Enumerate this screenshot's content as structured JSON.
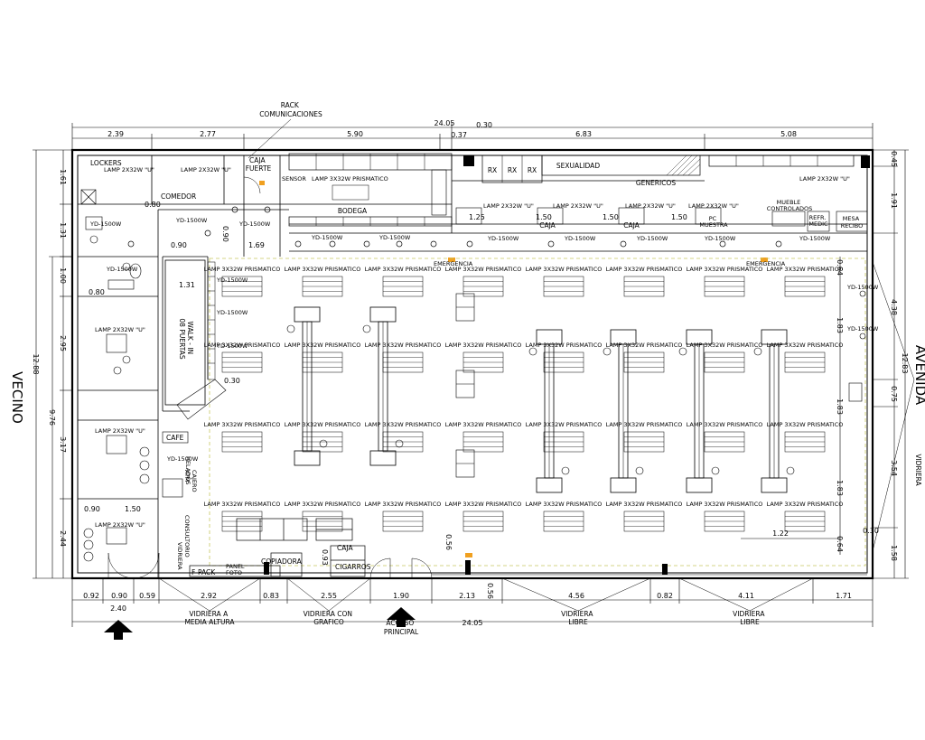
{
  "streets": {
    "left": "VECINO",
    "right": "AVENIDA"
  },
  "top_dims": {
    "total": "24.05",
    "small": "0.30",
    "small2": "0.37",
    "segments": [
      "2.39",
      "2.77",
      "5.90",
      "6.83",
      "5.08"
    ]
  },
  "bottom_dims": {
    "total": "24.05",
    "segments": [
      "0.92",
      "0.90",
      "0.59",
      "2.92",
      "0.83",
      "2.55",
      "1.90",
      "2.13",
      "4.56",
      "0.82",
      "4.11",
      "1.71"
    ],
    "door": "2.40",
    "emerg_small": "0.56",
    "emerg_small2": "0.56"
  },
  "left_dims": {
    "total": "12.88",
    "sub": "9.76",
    "segments": [
      "1.61",
      "1.31",
      "1.00",
      "2.95",
      "3.17",
      "2.44"
    ]
  },
  "right_dims": {
    "total": "12.83",
    "segments": [
      "0.45",
      "1.91",
      "4.38",
      "0.75",
      "3.54",
      "1.58"
    ],
    "inner": [
      "0.64",
      "1.83",
      "1.83",
      "1.83",
      "0.64"
    ],
    "offset": "0.30",
    "horiz": "1.22"
  },
  "rooms": {
    "rack": "RACK\nCOMUNICACIONES",
    "lockers": "LOCKERS",
    "comedor": "COMEDOR",
    "caja_fuerte": "CAJA\nFUERTE",
    "sensor": "SENSOR",
    "bodega": "BODEGA",
    "rx": "RX",
    "sexualidad": "SEXUALIDAD",
    "genericos": "GENERICOS",
    "caja": "CAJA",
    "pc_muestra": "PC\nMUESTRA",
    "mueble": "MUEBLE\nCONTROLADOS",
    "refr_medic": "REFR.\nMEDIC",
    "mesa_recibo": "MESA\nRECIBO",
    "walkin": "WALK - IN\n08 PUERTAS",
    "cafe": "CAFE",
    "helados": "HELADOS",
    "cajero": "CAJERO\nATM",
    "consultorio": "CONSULTORIO",
    "vidriera": "VIDRIERA",
    "fpack": "F-PACK",
    "panel_foto": "PANEL\nFOTO",
    "copiadora": "COPIADORA",
    "caja_bottom": "CAJA",
    "cigarros": "CIGARROS",
    "emergencia": "EMERGENCIA",
    "emergencia_exit": "EMERGENCIA",
    "vidriera_right": "VIDRIERA"
  },
  "fixtures": {
    "lamp_prism": "LAMP 3X32W PRISMATICO",
    "lamp_u": "LAMP 2X32W \"U\"",
    "yd": "YD-1500W"
  },
  "inner_dims": [
    "0.80",
    "0.90",
    "0.90",
    "1.69",
    "0.80",
    "1.31",
    "0.30",
    "0.90",
    "1.50",
    "0.93",
    "1.25",
    "1.50",
    "1.50",
    "1.50"
  ],
  "bottom_labels": {
    "v1": "VIDRIERA A\nMEDIA ALTURA",
    "v2": "VIDRIERA CON\nGRAFICO",
    "acceso": "ACCESO\nPRINCIPAL",
    "v3": "VIDRIERA\nLIBRE",
    "v4": "VIDRIERA\nLIBRE"
  }
}
